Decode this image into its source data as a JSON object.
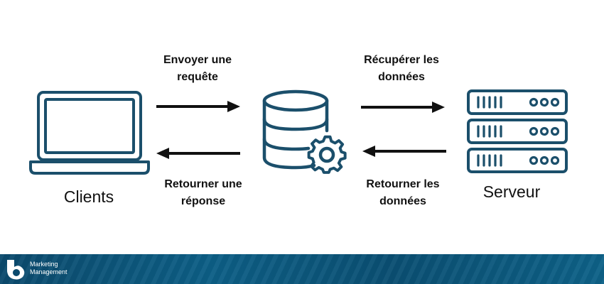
{
  "labels": {
    "send_request": "Envoyer une requête",
    "fetch_data": "Récupérer les données",
    "return_response": "Retourner une réponse",
    "return_data": "Retourner les données"
  },
  "nodes": {
    "clients": "Clients",
    "server": "Serveur"
  },
  "footer": {
    "brand_line1": "Marketing",
    "brand_line2": "Management"
  },
  "colors": {
    "icon": "#1b4f6b",
    "arrow": "#111111",
    "footer": "#0b4a6d"
  }
}
